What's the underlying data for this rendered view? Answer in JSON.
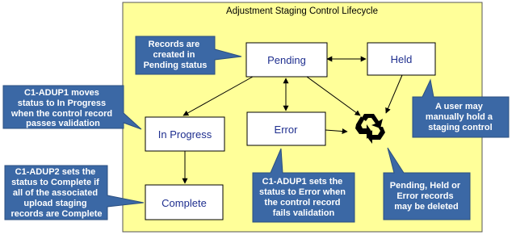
{
  "title": "Adjustment Staging Control Lifecycle",
  "states": {
    "pending": "Pending",
    "held": "Held",
    "in_progress": "In Progress",
    "error": "Error",
    "complete": "Complete"
  },
  "callouts": {
    "created": [
      "Records are",
      "created in",
      "Pending status"
    ],
    "adup1_progress": [
      "C1-ADUP1 moves",
      "status to In Progress",
      "when the control record",
      "passes validation"
    ],
    "adup2_complete": [
      "C1-ADUP2 sets the",
      "status to Complete if",
      "all of the associated",
      "upload staging",
      "records are Complete"
    ],
    "adup1_error": [
      "C1-ADUP1 sets the",
      "status to Error when",
      "the control record",
      "fails validation"
    ],
    "manual_hold": [
      "A user may",
      "manually hold a",
      "staging control"
    ],
    "deleted": [
      "Pending, Held or",
      "Error records",
      "may be deleted"
    ]
  },
  "colors": {
    "lifecycle_bg": "#ffff99",
    "callout_bg": "#3b68a5",
    "state_text": "#1f2f8f",
    "line": "#000000"
  },
  "icons": {
    "recycle": "recycle-icon"
  }
}
